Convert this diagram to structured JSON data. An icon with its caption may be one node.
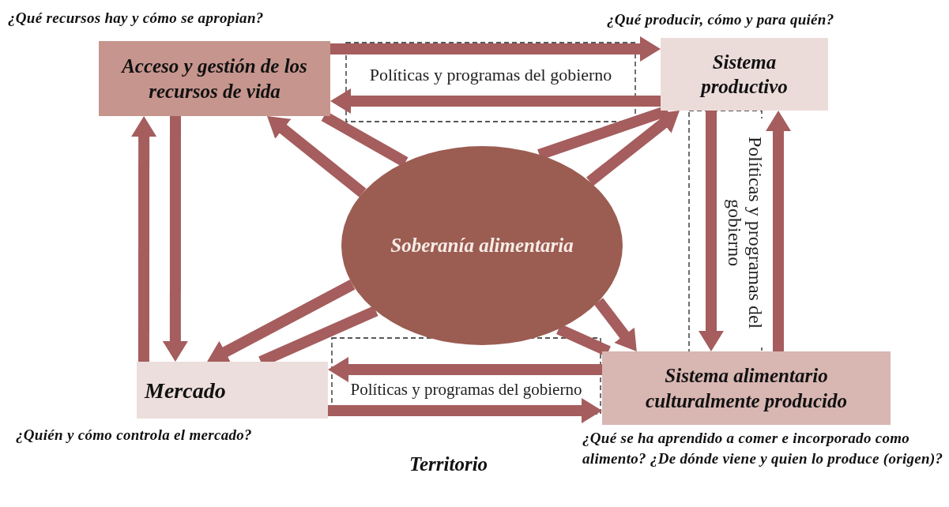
{
  "diagram": {
    "nodes": [
      {
        "text": [
          "Acceso y gestión de los recursos de vida"
        ],
        "beside": [
          "¿Qué recursos hay y cómo se apropian?"
        ]
      },
      {
        "text": [
          "Sistema productivo"
        ],
        "beside": [
          "¿Qué producir, cómo y para quién?"
        ]
      },
      {
        "text": [
          "Soberanía alimentaria"
        ]
      },
      {
        "text": [
          "Mercado"
        ],
        "beside": [
          "¿Quién y cómo controla el mercado?"
        ]
      },
      {
        "text": [
          "Sistema alimentario culturalmente producido"
        ],
        "beside": [
          "¿Qué se ha aprendido a comer e incorporado como alimento? ¿De dónde viene y quien lo produce (origen)?"
        ]
      }
    ],
    "edges": [
      {
        "from": 0,
        "to": 1,
        "arrow": "to"
      },
      {
        "from": 1,
        "to": 0,
        "arrow": "to",
        "label": "Políticas y programas del gobierno"
      },
      {
        "from": 1,
        "to": 4,
        "arrow": "to",
        "label": "Políticas y programas del gobierno"
      },
      {
        "from": 4,
        "to": 1,
        "arrow": "to"
      },
      {
        "from": 4,
        "to": 3,
        "arrow": "to",
        "label": "Políticas y programas del gobierno"
      },
      {
        "from": 3,
        "to": 4,
        "arrow": "to"
      },
      {
        "from": 0,
        "to": 3,
        "arrow": "to"
      },
      {
        "from": 3,
        "to": 0,
        "arrow": "to"
      },
      {
        "from": 2,
        "to": 0,
        "arrow": "to"
      },
      {
        "from": 0,
        "to": 2,
        "arrow": "none"
      },
      {
        "from": 2,
        "to": 1,
        "arrow": "to"
      },
      {
        "from": 1,
        "to": 2,
        "arrow": "none"
      },
      {
        "from": 2,
        "to": 3,
        "arrow": "to"
      },
      {
        "from": 3,
        "to": 2,
        "arrow": "none"
      },
      {
        "from": 2,
        "to": 4,
        "arrow": "to"
      },
      {
        "from": 4,
        "to": 2,
        "arrow": "none"
      }
    ],
    "labels": [
      "Territorio"
    ]
  }
}
